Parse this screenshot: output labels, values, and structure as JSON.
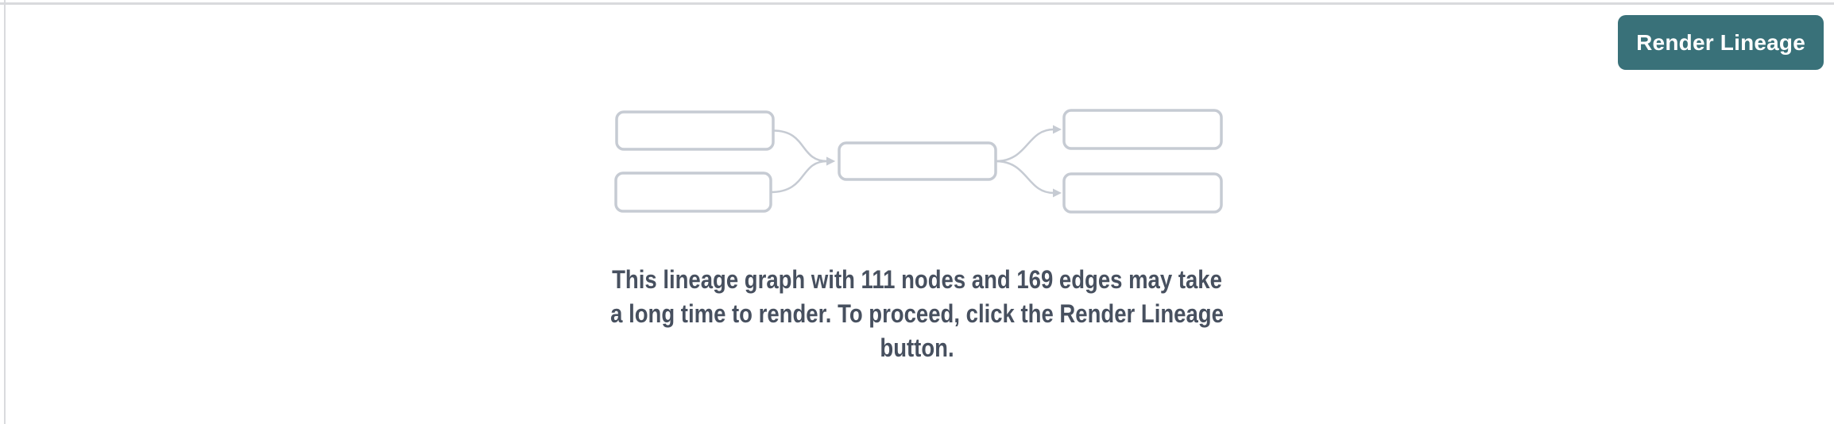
{
  "colors": {
    "panel_bg": "#ffffff",
    "accent_teal": "#397179",
    "button_text": "#ffffff",
    "node_outline": "#c6cbd3",
    "edge_line": "#c6cbd3",
    "warning_text": "#47505f",
    "divider": "#d9dadd"
  },
  "toolbar": {
    "render_button_label": "Render Lineage"
  },
  "placeholder": {
    "graphic": {
      "icon": "lineage-graph-illustration",
      "node_boxes": 5,
      "edges": 4
    },
    "message": {
      "full_text": "This lineage graph with 111 nodes and 169 edges may take a long time to render. To proceed, click the Render Lineage button.",
      "lines": [
        "This lineage graph with 111 nodes and 169 edges may take",
        "a long time to render. To proceed, click the Render Lineage",
        "button."
      ],
      "node_count": "111",
      "edge_count": "169"
    }
  }
}
